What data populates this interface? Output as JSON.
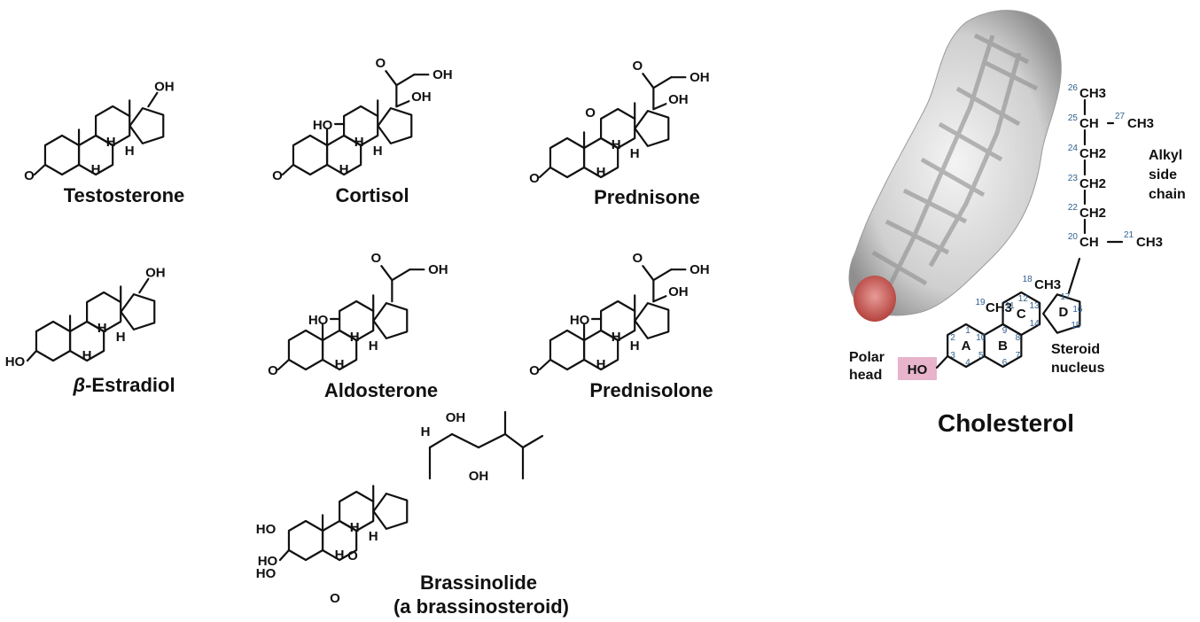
{
  "molecules": {
    "testosterone": {
      "name": "Testosterone",
      "labels": {
        "oh": "OH",
        "o": "O",
        "h": "H"
      }
    },
    "cortisol": {
      "name": "Cortisol",
      "labels": {
        "oh": "OH",
        "ho": "HO",
        "o": "O",
        "h": "H"
      }
    },
    "prednisone": {
      "name": "Prednisone",
      "labels": {
        "oh": "OH",
        "o": "O",
        "h": "H"
      }
    },
    "estradiol": {
      "name_prefix": "β",
      "name_rest": "-Estradiol",
      "labels": {
        "oh": "OH",
        "ho": "HO",
        "h": "H"
      }
    },
    "aldosterone": {
      "name": "Aldosterone",
      "labels": {
        "oh": "OH",
        "ho": "HO",
        "o": "O",
        "h": "H"
      }
    },
    "prednisolone": {
      "name": "Prednisolone",
      "labels": {
        "oh": "OH",
        "ho": "HO",
        "o": "O",
        "h": "H"
      }
    },
    "brassinolide": {
      "name": "Brassinolide",
      "subtitle": "(a brassinosteroid)",
      "labels": {
        "oh": "OH",
        "ho": "HO",
        "o": "O",
        "h": "H"
      }
    }
  },
  "cholesterol": {
    "name": "Cholesterol",
    "polar_head": [
      "Polar",
      "head"
    ],
    "ho_label": "HO",
    "steroid_nucleus": [
      "Steroid",
      "nucleus"
    ],
    "alkyl_side_chain": [
      "Alkyl",
      "side",
      "chain"
    ],
    "rings": [
      "A",
      "B",
      "C",
      "D"
    ],
    "atoms": {
      "ch3": "CH3",
      "ch2": "CH2",
      "ch": "CH"
    },
    "carbon_numbers": [
      "1",
      "2",
      "3",
      "4",
      "5",
      "6",
      "7",
      "8",
      "9",
      "10",
      "11",
      "12",
      "13",
      "14",
      "15",
      "16",
      "17",
      "18",
      "19",
      "20",
      "21",
      "22",
      "23",
      "24",
      "25",
      "26",
      "27"
    ],
    "highlight_color": "#e7b4cb",
    "number_color": "#2f5f8f"
  },
  "model_colors": {
    "surface": "#cfcfcf",
    "oxygen": "#c0504d"
  }
}
